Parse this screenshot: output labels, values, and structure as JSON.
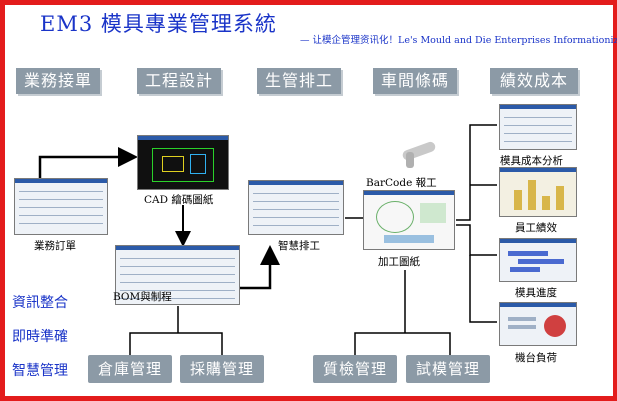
{
  "title": "EM3  模具專業管理系統",
  "slogan": "— 让模企管理资讯化！Le's Mould and Die Enterprises Informationized!",
  "phases": [
    "業務接單",
    "工程設計",
    "生管排工",
    "車間條碼",
    "績效成本"
  ],
  "captions": {
    "order": "業務訂單",
    "cad": "CAD 繪碼圖紙",
    "bom": "BOM與制程",
    "schedule": "智慧排工",
    "barcode": "BarCode 報工",
    "drawing": "加工圖紙",
    "cost": "模具成本分析",
    "perf": "員工績效",
    "progress": "模具進度",
    "load": "機台負荷"
  },
  "side_labels": [
    "資訊整合",
    "即時準確",
    "智慧管理"
  ],
  "modules": [
    "倉庫管理",
    "採購管理",
    "質檢管理",
    "試模管理"
  ],
  "colors": {
    "frame": "#e31c1c",
    "title": "#1a34c8",
    "box": "#8c9aa6"
  }
}
